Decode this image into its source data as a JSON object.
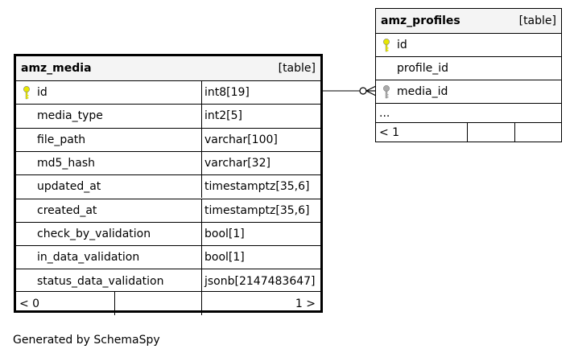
{
  "amz_media": {
    "name": "amz_media",
    "kind": "[table]",
    "rows": [
      {
        "name": "id",
        "type": "int8[19]",
        "pk": true
      },
      {
        "name": "media_type",
        "type": "int2[5]"
      },
      {
        "name": "file_path",
        "type": "varchar[100]"
      },
      {
        "name": "md5_hash",
        "type": "varchar[32]"
      },
      {
        "name": "updated_at",
        "type": "timestamptz[35,6]"
      },
      {
        "name": "created_at",
        "type": "timestamptz[35,6]"
      },
      {
        "name": "check_by_validation",
        "type": "bool[1]"
      },
      {
        "name": "in_data_validation",
        "type": "bool[1]"
      },
      {
        "name": "status_data_validation",
        "type": "jsonb[2147483647]"
      }
    ],
    "footer_left": "< 0",
    "footer_right": "1 >"
  },
  "amz_profiles": {
    "name": "amz_profiles",
    "kind": "[table]",
    "rows": [
      {
        "name": "id",
        "pk": true
      },
      {
        "name": "profile_id"
      },
      {
        "name": "media_id",
        "fk": true
      }
    ],
    "ellipsis": "...",
    "footer_left": "< 1"
  },
  "key_colors": {
    "primary": "#e8e800",
    "foreign": "#aaaaaa"
  },
  "footer": "Generated by SchemaSpy"
}
